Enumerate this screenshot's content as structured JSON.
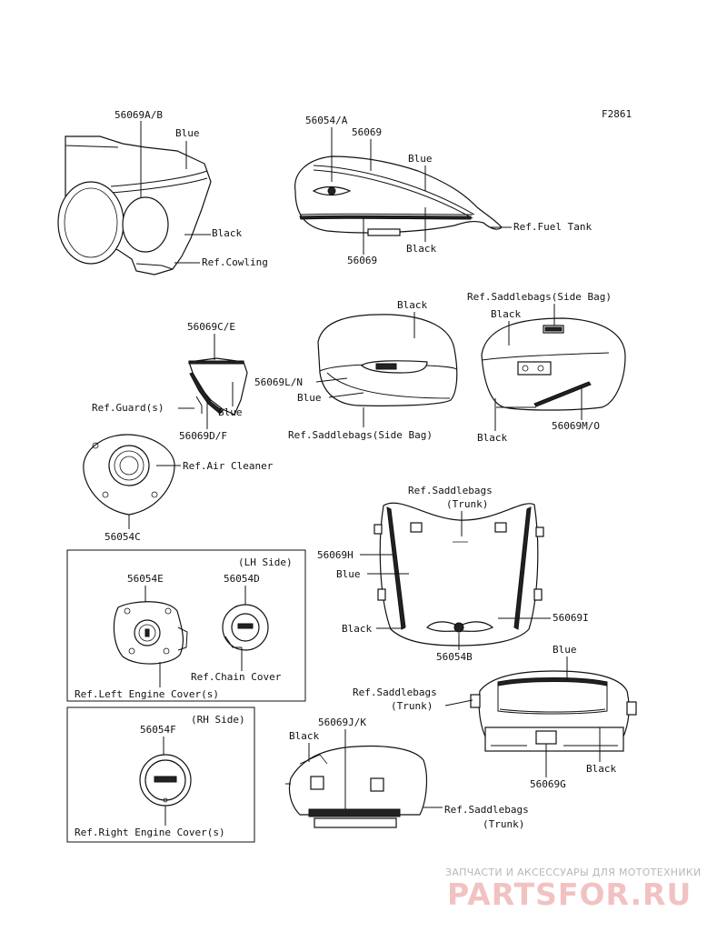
{
  "figure_code": "F2861",
  "labels": {
    "cowl_code": "56069A/B",
    "cowl_blue": "Blue",
    "cowl_black": "Black",
    "cowl_ref": "Ref.Cowling",
    "tank_code_top": "56054/A",
    "tank_code_upper": "56069",
    "tank_blue": "Blue",
    "tank_ref": "Ref.Fuel Tank",
    "tank_black": "Black",
    "tank_code_lower": "56069",
    "guard_code_top": "56069C/E",
    "guard_ref": "Ref.Guard(s)",
    "guard_blue": "Blue",
    "guard_code_bottom": "56069D/F",
    "sb_left_black": "Black",
    "sb_left_code": "56069L/N",
    "sb_left_blue": "Blue",
    "sb_left_ref": "Ref.Saddlebags(Side Bag)",
    "sb_right_ref": "Ref.Saddlebags(Side Bag)",
    "sb_right_black_top": "Black",
    "sb_right_code": "56069M/O",
    "sb_right_black_bottom": "Black",
    "air_ref": "Ref.Air Cleaner",
    "air_code": "56054C",
    "trunk_ref_line1": "Ref.Saddlebags",
    "trunk_ref_line2": "(Trunk)",
    "trunk_code_h": "56069H",
    "trunk_blue": "Blue",
    "trunk_black": "Black",
    "trunk_code_i": "56069I",
    "trunk_code_emblem": "56054B",
    "lh_side": "(LH Side)",
    "lh_code_e": "56054E",
    "lh_code_d": "56054D",
    "lh_chain_ref": "Ref.Chain Cover",
    "lh_engine_ref": "Ref.Left Engine Cover(s)",
    "rh_side": "(RH Side)",
    "rh_code": "56054F",
    "rh_engine_ref": "Ref.Right Engine Cover(s)",
    "trunk_rear_blue": "Blue",
    "trunk_rear_ref_line1": "Ref.Saddlebags",
    "trunk_rear_ref_line2": "(Trunk)",
    "trunk_rear_black": "Black",
    "trunk_rear_code": "56069G",
    "trunk_side_code": "56069J/K",
    "trunk_side_black": "Black",
    "trunk_side_ref_line1": "Ref.Saddlebags",
    "trunk_side_ref_line2": "(Trunk)"
  },
  "watermark": {
    "subtitle": "ЗАПЧАСТИ И АКСЕССУАРЫ ДЛЯ МОТОТЕХНИКИ",
    "brand": "PARTSFOR.RU"
  }
}
